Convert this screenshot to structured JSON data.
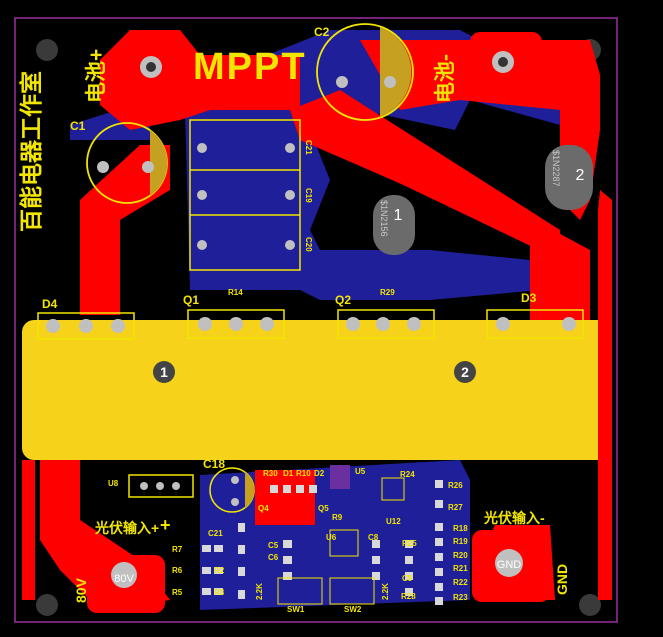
{
  "title": "MPPT",
  "studio": "百能电器工作室",
  "battery_pos": "电池+",
  "battery_neg": "电池-",
  "pv_pos": "光伏输入+",
  "pv_neg": "光伏输入-",
  "ref": {
    "c1": "C1",
    "c2": "C2",
    "c18": "C18",
    "c19": "C19",
    "c20": "C20",
    "c21": "C21",
    "c5": "C5",
    "c6": "C6",
    "c8": "C8",
    "c9": "C9",
    "d1": "D1",
    "d2": "D2",
    "d3": "D3",
    "d4": "D4",
    "q1": "Q1",
    "q2": "Q2",
    "q4": "Q4",
    "q5": "Q5",
    "u5": "U5",
    "u6": "U6",
    "u8": "U8",
    "u12": "U12",
    "r2": "R2",
    "r3": "R3",
    "r5": "R5",
    "r6": "R6",
    "r7": "R7",
    "r9": "R9",
    "r10": "R10",
    "r14": "R14",
    "r18": "R18",
    "r19": "R19",
    "r20": "R20",
    "r21": "R21",
    "r22": "R22",
    "r23": "R23",
    "r24": "R24",
    "r25": "R25",
    "r26": "R26",
    "r27": "R27",
    "r28": "R28",
    "r29": "R29",
    "r30": "R30",
    "sw1": "SW1",
    "sw2": "SW2"
  },
  "pins": {
    "inductor_1": "1",
    "inductor_2": "2",
    "hole1": "1",
    "hole2": "2",
    "vin": "80V",
    "vin_pad": "80V",
    "gnd": "GND",
    "gnd_pad": "GND",
    "net_pos": "+",
    "net_neg": "-",
    "vals": "2.2K"
  },
  "netlabels": {
    "n1": "$1N2156",
    "n2": "$1N2287"
  },
  "colors": {
    "board": "#000000",
    "top_copper": "#ff0000",
    "bottom_copper": "#1f1f9a",
    "silkscreen": "#f2e600",
    "pad": "#c0c0c0"
  }
}
